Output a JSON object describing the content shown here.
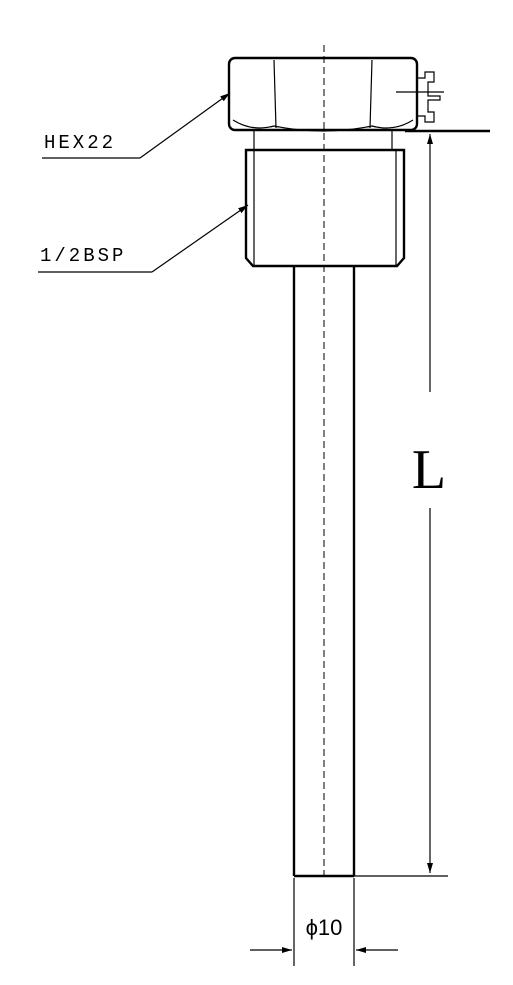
{
  "labels": {
    "hex": "HEX22",
    "thread": "1/2BSP",
    "length": "L",
    "diameter": "ϕ10"
  }
}
